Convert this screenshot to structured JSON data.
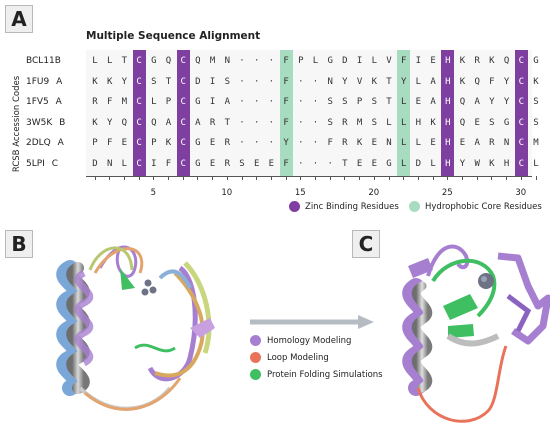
{
  "panels": {
    "a": "A",
    "b": "B",
    "c": "C"
  },
  "alignment": {
    "title": "Multiple Sequence Alignment",
    "y_axis_label": "RCSB Accession Codes",
    "rows": [
      {
        "id": "BCL11B",
        "chain": "",
        "seq": "LLTCGQCQMN...FPLGDILVFIEHKRKQCG"
      },
      {
        "id": "1FU9",
        "chain": "A",
        "seq": "KKYCSTCDIS...F..NYVKTYLAHKQFYCK"
      },
      {
        "id": "1FV5",
        "chain": "A",
        "seq": "RFMCLPCGIA...F..SSPSTLEAHQAYYCS"
      },
      {
        "id": "3W5K",
        "chain": "B",
        "seq": "KYQCQACART...F..SRMSLLHKHQESGCS"
      },
      {
        "id": "2DLQ",
        "chain": "A",
        "seq": "PFECPKCGER...Y..FRKENLLEHEARNCM"
      },
      {
        "id": "5LPI",
        "chain": "C",
        "seq": "DNLCIFCGERSEEF...TEEGLDLHYWKHCL"
      }
    ],
    "zinc_columns": [
      4,
      7,
      25,
      30
    ],
    "hydrophobic_columns": [
      14,
      22
    ],
    "tick_labels": [
      "5",
      "10",
      "15",
      "20",
      "25",
      "30"
    ],
    "legend": [
      {
        "label": "Zinc Binding Residues",
        "color": "#7e3fa0"
      },
      {
        "label": "Hydrophobic Core Residues",
        "color": "#a8dcc0"
      }
    ]
  },
  "workflow": {
    "legend": [
      {
        "label": "Homology Modeling",
        "color": "#a77fd1"
      },
      {
        "label": "Loop Modeling",
        "color": "#e8735a"
      },
      {
        "label": "Protein Folding Simulations",
        "color": "#3fbf62"
      }
    ]
  },
  "colors": {
    "zinc": "#7e3fa0",
    "hydrophobic": "#a8dcc0",
    "arrow": "#b5bcc4"
  }
}
